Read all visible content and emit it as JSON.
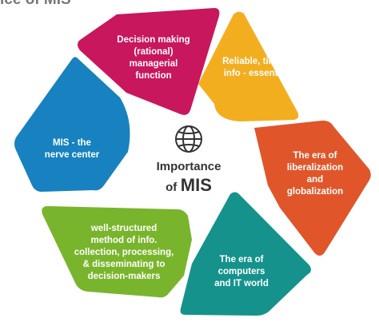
{
  "header": {
    "title_fragment": "ice of MIS"
  },
  "center": {
    "icon": "globe-icon",
    "line1": "Importance",
    "line2_prefix": "of",
    "line2_main": "MIS"
  },
  "segments": [
    {
      "id": "decision-making",
      "text": "Decision making\n(rational)\nmanagerial\nfunction",
      "color": "#c8175d"
    },
    {
      "id": "reliable-info",
      "text": "Reliable, timely\ninfo - essential",
      "color": "#f3ae1f"
    },
    {
      "id": "liberalization",
      "text": "The era of\nliberalization\nand\nglobalization",
      "color": "#e0562a"
    },
    {
      "id": "computers",
      "text": "The era of\ncomputers\nand IT world",
      "color": "#15928c"
    },
    {
      "id": "well-structured",
      "text": "well-structured\nmethod of info.\ncollection, processing,\n& disseminating to\ndecision-makers",
      "color": "#79b52c"
    },
    {
      "id": "nerve-center",
      "text": "MIS - the\nnerve center",
      "color": "#1782bf"
    }
  ]
}
